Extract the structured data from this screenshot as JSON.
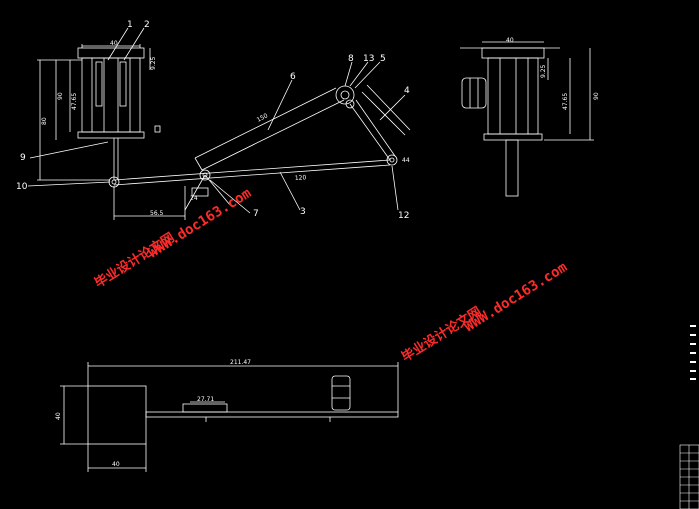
{
  "part_labels": {
    "p1": "1",
    "p2": "2",
    "p3": "3",
    "p4": "4",
    "p5": "5",
    "p6": "6",
    "p7": "7",
    "p8": "8",
    "p9": "9",
    "p10": "10",
    "p12": "12",
    "p13": "13"
  },
  "dimensions": {
    "top_width": "40",
    "height_47": "47.65",
    "height_90": "90",
    "height_80": "80",
    "small_925": "9.25",
    "base_56": "56.5",
    "link_120": "120",
    "arm_150": "150",
    "small_24": "24",
    "small_44": "44",
    "side_40": "40",
    "side_925": "9.25",
    "side_4765": "47.65",
    "side_90": "90",
    "bottom_total": "211.47",
    "bottom_mid": "27.71",
    "bottom_left_h": "40",
    "bottom_left_w": "40"
  },
  "watermark": {
    "cn": "毕业设计论文网",
    "url": "WWW.doc163.com",
    "url2": "WWW.doc163.com"
  }
}
